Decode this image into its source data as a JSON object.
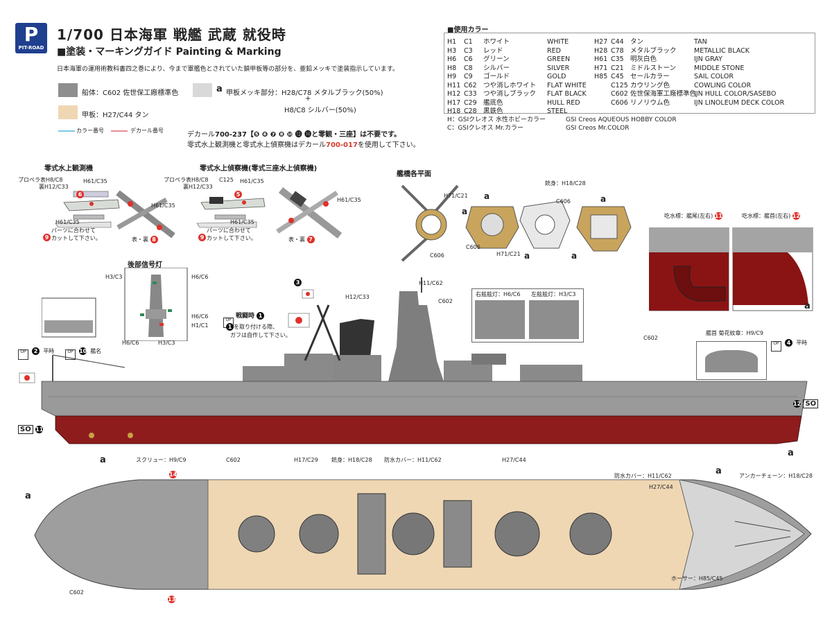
{
  "header": {
    "logo_text": "PIT-ROAD",
    "scale": "1/700",
    "title": "日本海軍 戦艦 武蔵 就役時",
    "subtitle": "■塗装・マーキングガイド Painting & Marking",
    "note": "日本海軍の運用術教科書四之巻により、今まで軍艦色とされていた鎖甲板等の部分を、亜鉛メッキで塗装指示しています。"
  },
  "legend": {
    "hull_label": "船体：C602 佐世保工廠標準色",
    "deck_label": "甲板：H27/C44 タン",
    "plate_label_a": "a",
    "plate_label": "甲板メッキ部分：H28/C78 メタルブラック(50%)",
    "plate_plus": "+",
    "plate_label2": "H8/C8 シルバー(50%)",
    "color_line": "カラー番号",
    "decal_line": "デカール番号",
    "hull_color": "#8e8e8e",
    "deck_color": "#efd7b4",
    "plate_color": "#d9d9d9"
  },
  "decal_note": {
    "line1_a": "デカール",
    "line1_b": "700-237",
    "line1_c": "【❺ ❻ ❼ ❽ ❿ ⓭ ⓮と零観・三座】は不要です。",
    "line2_a": "零式水上観測機と零式水上偵察機はデカール",
    "line2_b": "700-017",
    "line2_c": "を使用して下さい。"
  },
  "color_table": {
    "title": "■使用カラー",
    "left": [
      [
        "H1",
        "C1",
        "ホワイト",
        "WHITE"
      ],
      [
        "H3",
        "C3",
        "レッド",
        "RED"
      ],
      [
        "H6",
        "C6",
        "グリーン",
        "GREEN"
      ],
      [
        "H8",
        "C8",
        "シルバー",
        "SILVER"
      ],
      [
        "H9",
        "C9",
        "ゴールド",
        "GOLD"
      ],
      [
        "H11",
        "C62",
        "つや消しホワイト",
        "FLAT WHITE"
      ],
      [
        "H12",
        "C33",
        "つや消しブラック",
        "FLAT BLACK"
      ],
      [
        "H17",
        "C29",
        "艦底色",
        "HULL RED"
      ],
      [
        "H18",
        "C28",
        "黒鉄色",
        "STEEL"
      ]
    ],
    "right": [
      [
        "H27",
        "C44",
        "タン",
        "TAN"
      ],
      [
        "H28",
        "C78",
        "メタルブラック",
        "METALLIC BLACK"
      ],
      [
        "H61",
        "C35",
        "明灰白色",
        "IJN GRAY"
      ],
      [
        "H71",
        "C21",
        "ミドルストーン",
        "MIDDLE STONE"
      ],
      [
        "H85",
        "C45",
        "セールカラー",
        "SAIL COLOR"
      ],
      [
        "",
        "C125",
        "カウリング色",
        "COWLING COLOR"
      ],
      [
        "",
        "C602",
        "佐世保海軍工廠標準色",
        "IJN HULL COLOR/SASEBO"
      ],
      [
        "",
        "C606",
        "リノリウム色",
        "IJN LINOLEUM DECK COLOR"
      ]
    ],
    "foot1_a": "H：GSIクレオス 水性ホビーカラー",
    "foot1_b": "GSI Creos AQUEOUS HOBBY COLOR",
    "foot2_a": "C：GSIクレオス Mr.カラー",
    "foot2_b": "GSI Creos Mr.COLOR"
  },
  "planes": {
    "obs_title": "零式水上観測機",
    "recon_title": "零式水上偵察機(零式三座水上偵察機)",
    "prop": "プロペラ表H8/C8",
    "prop_back": "裏H12/C33",
    "h61": "H61/C35",
    "c125": "C125",
    "cut_note1": "パーツに合わせて",
    "cut_note2": "カットして下さい。",
    "front_back": "表・裏",
    "n5": "5",
    "n6": "6",
    "n7": "7",
    "n8": "8",
    "n9": "9"
  },
  "bridge": {
    "title": "艦橋各平面",
    "h71": "H71/C21",
    "c606": "C606",
    "h18": "銃身：H18/C28",
    "a": "a"
  },
  "rear_light": {
    "title": "後部信号灯",
    "h3": "H3/C3",
    "h6": "H6/C6",
    "h1": "H1/C1"
  },
  "draft": {
    "stern_title": "吃水標：艦尾(左右)",
    "bow_title": "吃水標：艦首(左右)",
    "n11": "11",
    "n12": "12",
    "a": "a"
  },
  "side_view": {
    "battle_label": "戦闘時",
    "battle_num": "1",
    "battle_note1": "を取り付ける際、",
    "battle_note2": "ガフは自作して下さい。",
    "n1": "1",
    "n3": "3",
    "peace_left": "平時",
    "peace_right": "平時",
    "n2": "2",
    "n4": "4",
    "n10": "10",
    "ship_name": "艦名",
    "h12": "H12/C33",
    "h11": "H11/C62",
    "c602": "C602",
    "starboard": "右舷舷灯：H6/C6",
    "port": "左舷舷灯：H3/C3",
    "chrysanthemum": "艦首 菊花紋章：H9/C9",
    "so_left": "SO",
    "so_right": "SO",
    "n11": "11",
    "n12": "12",
    "screw": "スクリュー：H9/C9",
    "h17": "H17/C29",
    "a": "a",
    "op": "OP"
  },
  "top_view": {
    "c602": "C602",
    "h17": "H17/C29",
    "gun": "銃身：H18/C28",
    "cover": "防水カバー：H11/C62",
    "h27": "H27/C44",
    "cover2": "防水カバー：H11/C62",
    "h27b": "H27/C44",
    "anchor": "アンカーチェーン：H18/C28",
    "hawser": "ホーサー：H85/C45",
    "c602b": "C602",
    "n13": "13",
    "n14": "14",
    "a": "a"
  }
}
